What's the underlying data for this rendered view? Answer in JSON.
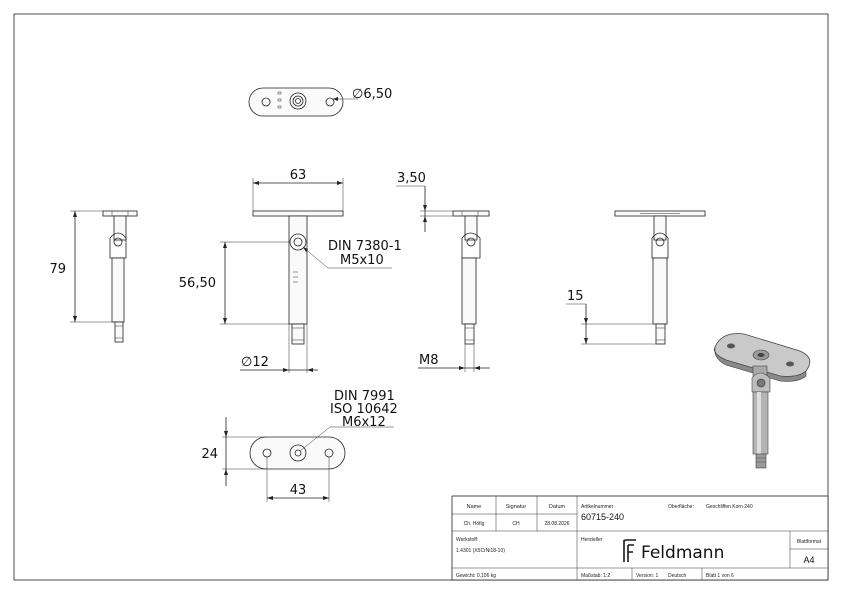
{
  "dimensions": {
    "hole_dia": "∅6,50",
    "plate_width": "63",
    "plate_thickness": "3,50",
    "total_height": "79",
    "axle_height": "56,50",
    "screw_din": "DIN 7380-1",
    "screw_size": "M5x10",
    "tube_dia": "∅12",
    "thread": "M8",
    "thread_length": "15",
    "bottom_din": "DIN 7991",
    "bottom_iso": "ISO 10642",
    "bottom_screw": "M6x12",
    "plate_height": "24",
    "hole_spacing": "43"
  },
  "title_block": {
    "name_label": "Name",
    "signature_label": "Signatur",
    "date_label": "Datum",
    "name_value": "Ch. Höfig",
    "signature_value": "CH",
    "date_value": "28.08.2026",
    "article_label": "Artikelnummer",
    "article_value": "60715-240",
    "surface_label": "Oberfläche:",
    "surface_value": "Geschliffen Korn 240",
    "material_label": "Werkstoff:",
    "material_value": "1.4301 (X5CrNi18-10)",
    "manufacturer_label": "Hersteller",
    "logo_text": "Feldmann",
    "format_label": "Blattformat",
    "format_value": "A4",
    "weight": "Gewicht: 0,106 kg",
    "scale": "Maßstab: 1:2",
    "version": "Version: 1",
    "language": "Deutsch",
    "sheet": "Blatt 1 von 6"
  }
}
